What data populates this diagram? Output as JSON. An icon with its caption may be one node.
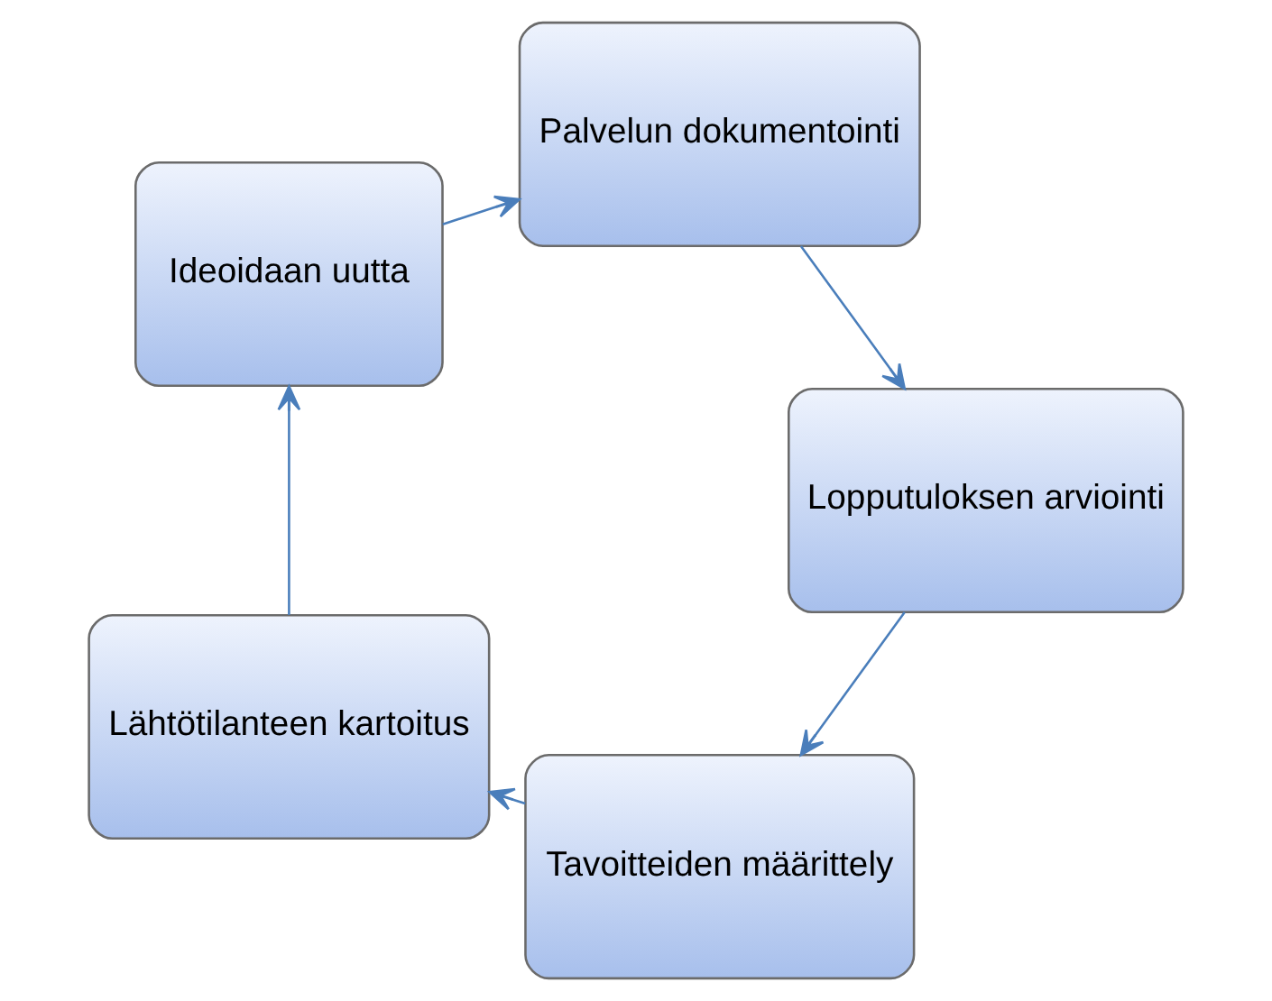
{
  "diagram": {
    "nodes": [
      {
        "text": [
          "Tavoitteiden määrittely"
        ]
      },
      {
        "text": [
          "Lähtötilanteen kartoitus"
        ]
      },
      {
        "text": [
          "Ideoidaan uutta"
        ]
      },
      {
        "text": [
          "Palvelun dokumentointi"
        ]
      },
      {
        "text": [
          "Lopputuloksen arviointi"
        ]
      }
    ],
    "edges": [
      {
        "from": 0,
        "to": 1,
        "arrow": "to"
      },
      {
        "from": 1,
        "to": 2,
        "arrow": "to"
      },
      {
        "from": 2,
        "to": 3,
        "arrow": "to"
      },
      {
        "from": 3,
        "to": 4,
        "arrow": "to"
      },
      {
        "from": 4,
        "to": 0,
        "arrow": "to"
      }
    ]
  }
}
